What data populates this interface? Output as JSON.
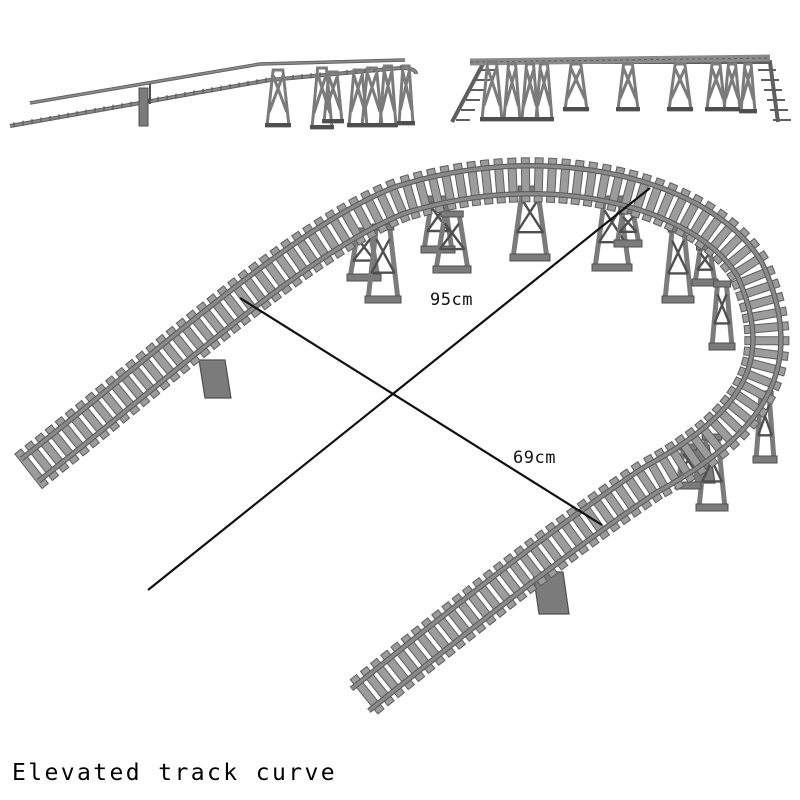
{
  "caption": "Elevated track curve",
  "dimensions": {
    "length_label": "95cm",
    "width_label": "69cm"
  },
  "colors": {
    "rail": "#8a8a8a",
    "sleeper": "#9c9c9c",
    "sleeper_edge": "#5e5e5e",
    "pillar": "#7b7b7b",
    "pillar_edge": "#4f4f4f",
    "dimension_line": "#111111",
    "background": "#ffffff"
  }
}
